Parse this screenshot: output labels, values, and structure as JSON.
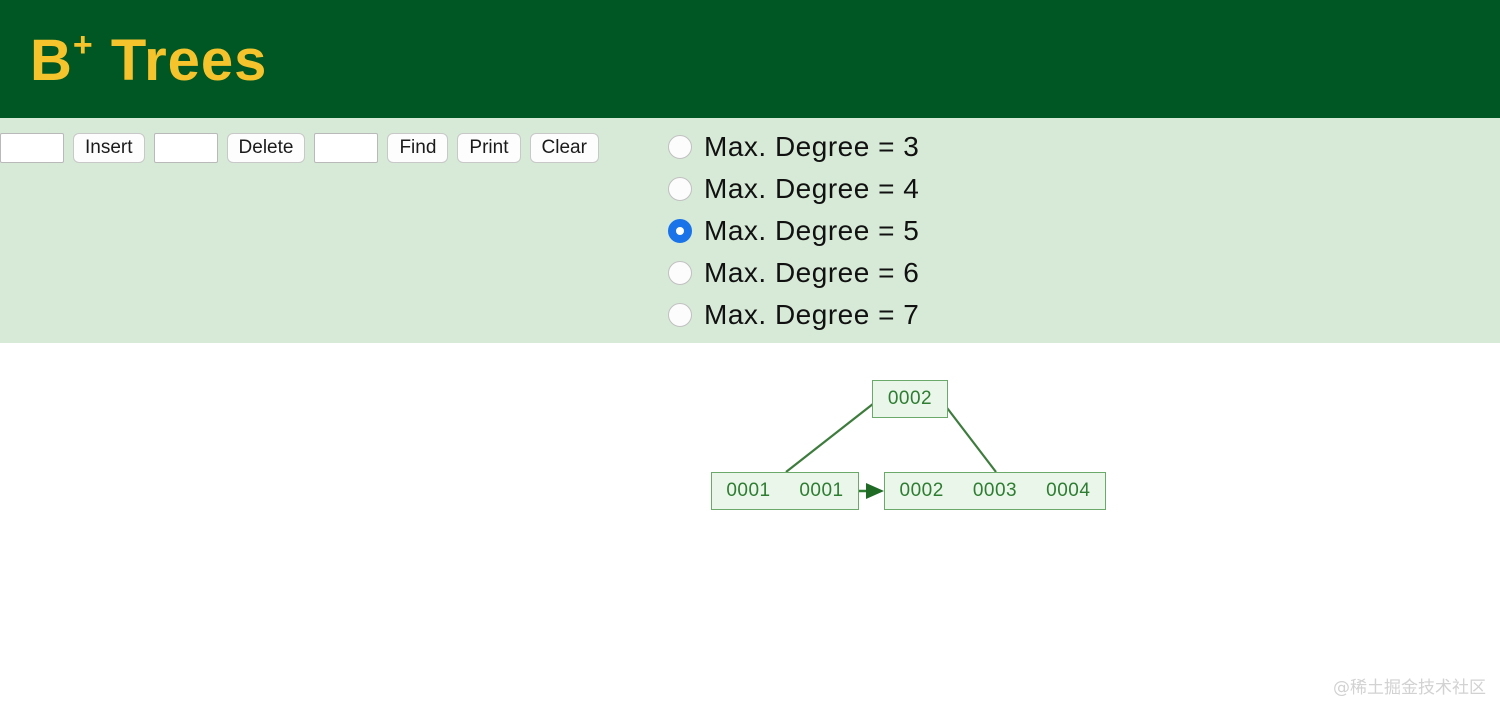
{
  "header": {
    "title_main": "B",
    "title_sup": "+",
    "title_rest": " Trees"
  },
  "toolbar": {
    "insert_value": "",
    "insert_placeholder": "",
    "insert_label": "Insert",
    "delete_value": "",
    "delete_placeholder": "",
    "delete_label": "Delete",
    "find_value": "",
    "find_placeholder": "",
    "find_label": "Find",
    "print_label": "Print",
    "clear_label": "Clear"
  },
  "degree_options": {
    "items": [
      {
        "label": "Max. Degree = 3",
        "selected": false
      },
      {
        "label": "Max. Degree = 4",
        "selected": false
      },
      {
        "label": "Max. Degree = 5",
        "selected": true
      },
      {
        "label": "Max. Degree = 6",
        "selected": false
      },
      {
        "label": "Max. Degree = 7",
        "selected": false
      }
    ],
    "selected_value": "Max. Degree = 5"
  },
  "tree": {
    "root": {
      "keys": [
        "0002"
      ]
    },
    "leaves": [
      {
        "keys": [
          "0001",
          "0001"
        ]
      },
      {
        "keys": [
          "0002",
          "0003",
          "0004"
        ]
      }
    ],
    "leaf_link": "arrow-right"
  },
  "colors": {
    "header_bg": "#005723",
    "title": "#f5c32c",
    "panel_bg": "#d7ead7",
    "node_fill": "#eaf6ea",
    "node_stroke": "#6aa96a",
    "node_text": "#2e7d32",
    "radio_selected": "#1a73e8"
  },
  "watermark": {
    "text": "@稀土掘金技术社区"
  }
}
